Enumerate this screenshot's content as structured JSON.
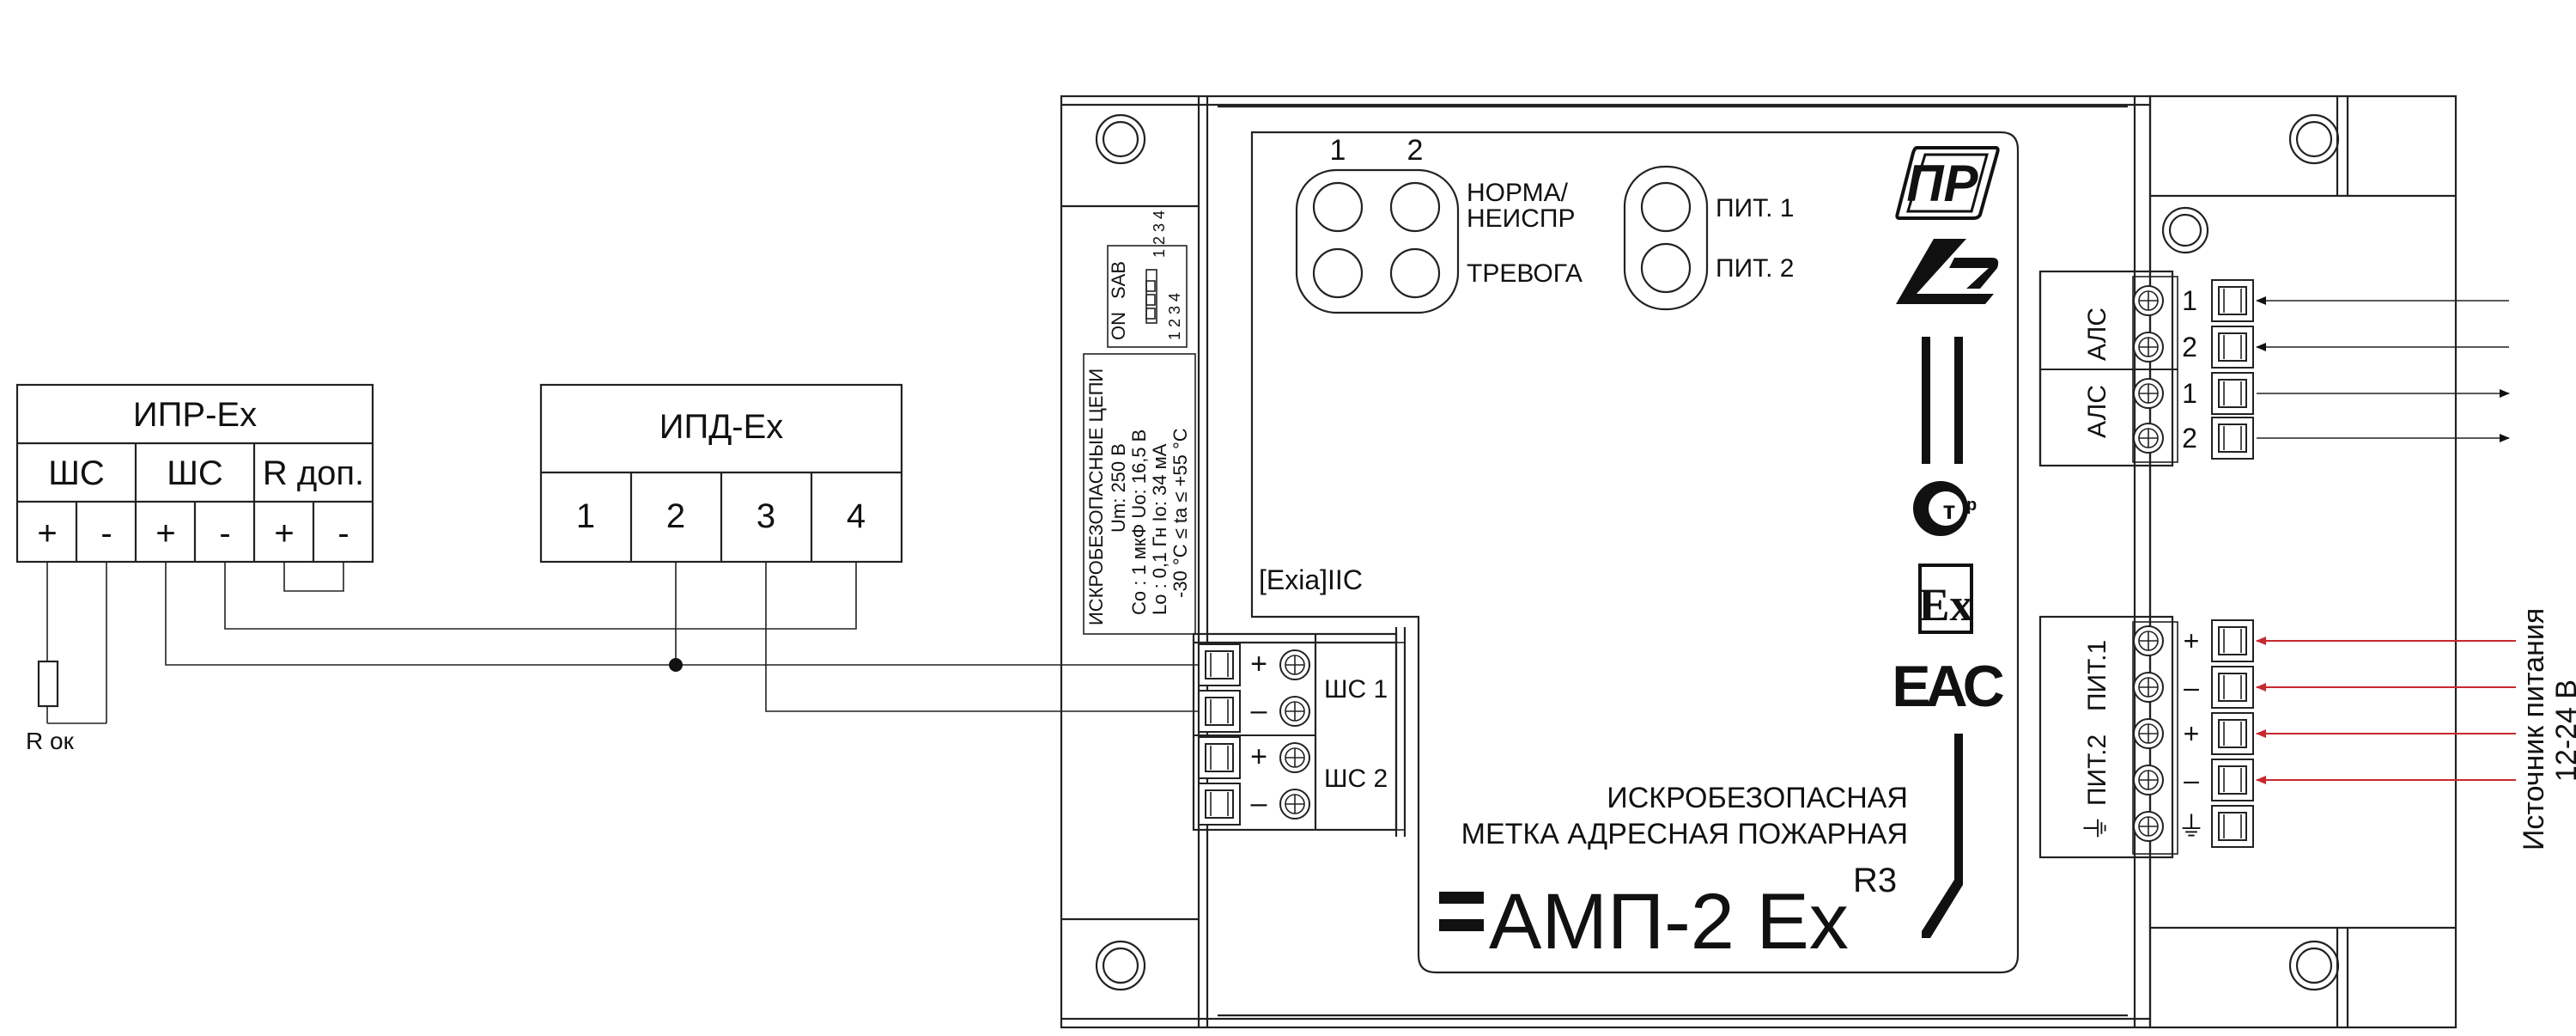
{
  "ipr": {
    "title": "ИПР-Ex",
    "groups": [
      "ШС",
      "ШС",
      "R доп."
    ],
    "terminals": [
      "+",
      "-",
      "+",
      "-",
      "+",
      "-"
    ],
    "resistor": "R ок"
  },
  "ipd": {
    "title": "ИПД-Ex",
    "terminals": [
      "1",
      "2",
      "3",
      "4"
    ]
  },
  "leds": {
    "col1": "1",
    "col2": "2",
    "row1": "НОРМА/",
    "row1b": "НЕИСПР",
    "row2": "ТРЕВОГА",
    "pit1": "ПИТ. 1",
    "pit2": "ПИТ. 2"
  },
  "dip": {
    "on": "ON",
    "sab": "SAB",
    "numbers": "1 2 3 4",
    "numbers_top": "1 2 3 4"
  },
  "specs": {
    "heading": "ИСКРОБЕЗОПАСНЫЕ ЦЕПИ",
    "line1": "Um: 250 В",
    "line2": "Co : 1 мкФ      Uo: 16,5 В",
    "line3": "Lo : 0,1 Гн     Io: 34 мА",
    "line4": "-30 °С ≤ ta ≤ +55 °С"
  },
  "exia": "[Exia]IIC",
  "shs": {
    "labels": [
      "ШС 1",
      "ШС 2"
    ],
    "polarity": [
      "+",
      "–",
      "+",
      "–"
    ]
  },
  "als": {
    "label1": "АЛС",
    "label2": "АЛС",
    "pins": [
      "1",
      "2",
      "1",
      "2"
    ]
  },
  "power": {
    "label_pit1": "ПИТ.1",
    "label_pit2": "ПИТ.2",
    "polarity": [
      "+",
      "–",
      "+",
      "–"
    ],
    "ground": "⏚",
    "source_line1": "Источник питания",
    "source_line2": "12-24 В"
  },
  "product": {
    "line1": "ИСКРОБЕЗОПАСНАЯ",
    "line2": "МЕТКА АДРЕСНАЯ ПОЖАРНАЯ",
    "model": "АМП-2 Ex",
    "revision": "R3"
  },
  "marks": {
    "logo": "ПР",
    "ex": "Ex",
    "eac": "EAC"
  },
  "colors": {
    "line": "#222222",
    "power_arrows": "#c8282e"
  }
}
